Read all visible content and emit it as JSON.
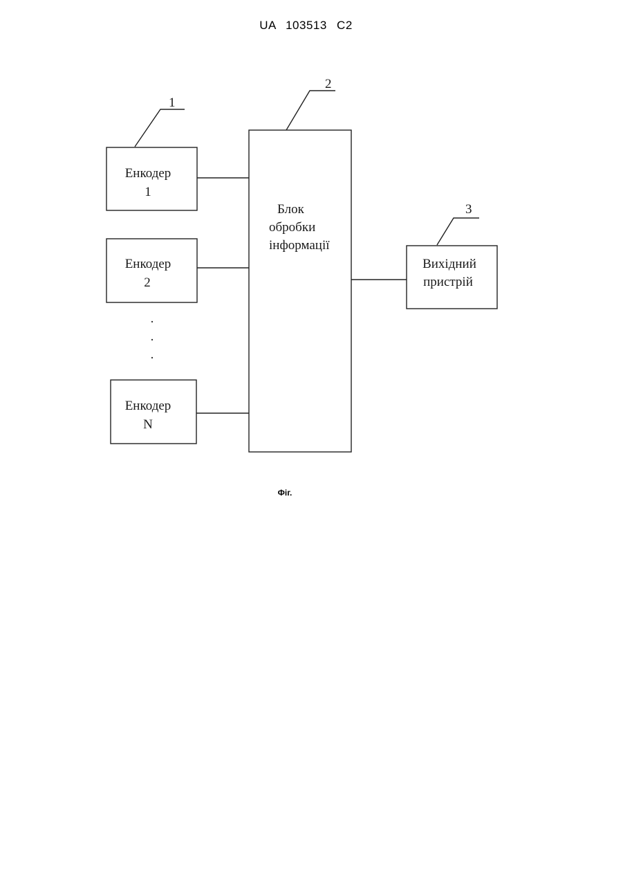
{
  "header": {
    "patent_number": "UA   103513   C2"
  },
  "diagram": {
    "encoders": [
      {
        "label": "Енкодер",
        "index": "1"
      },
      {
        "label": "Енкодер",
        "index": "2"
      },
      {
        "label": "Енкодер",
        "index": "N"
      }
    ],
    "ellipsis_dots": ".",
    "processing_block": {
      "line1": "Блок",
      "line2": "обробки",
      "line3": "інформації"
    },
    "output_device": {
      "line1": "Вихідний",
      "line2": "пристрій"
    },
    "reference_numbers": {
      "encoder": "1",
      "processing": "2",
      "output": "3"
    }
  },
  "caption": "Фіг."
}
